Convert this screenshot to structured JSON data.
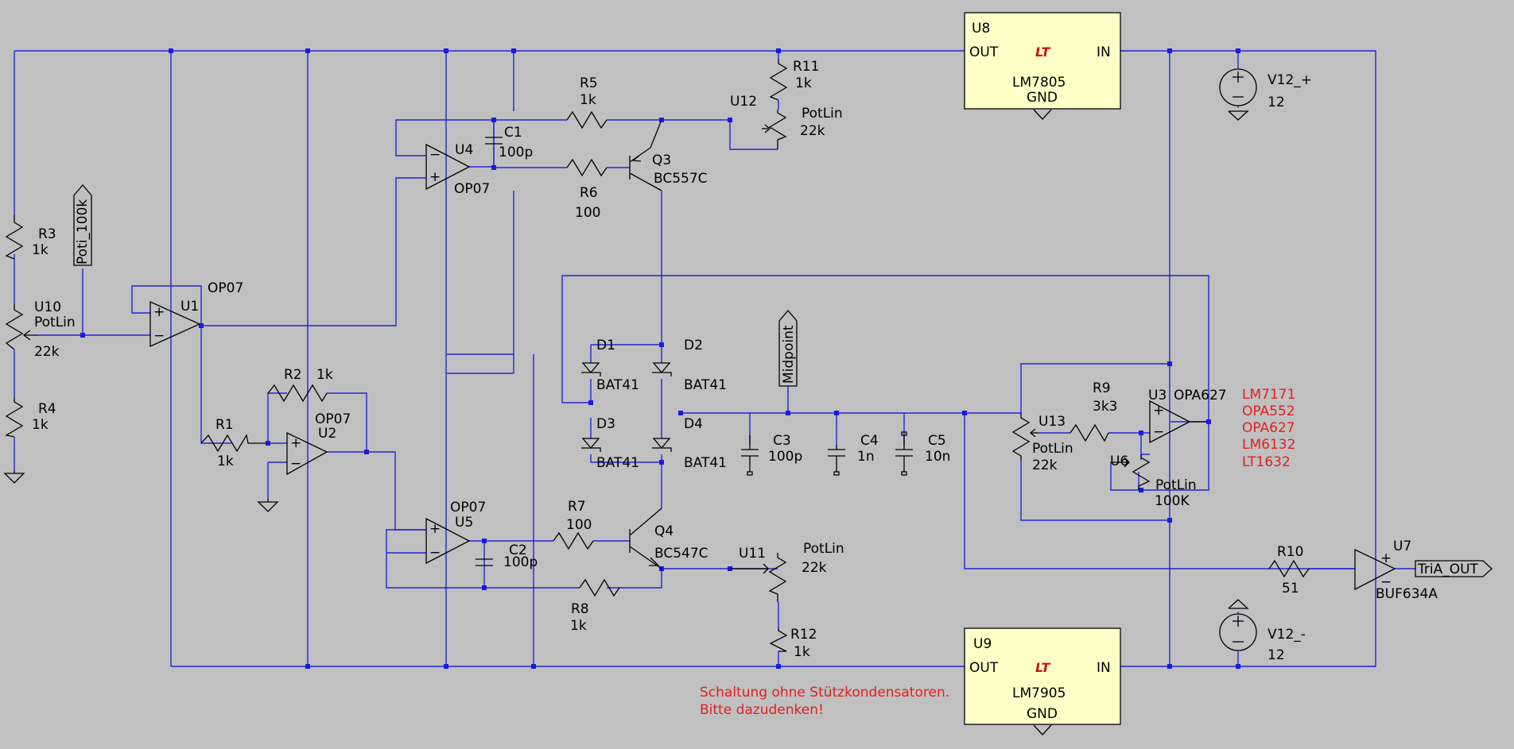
{
  "regulators": {
    "u8": {
      "ref": "U8",
      "out": "OUT",
      "in": "IN",
      "part": "LM7805",
      "gnd": "GND"
    },
    "u9": {
      "ref": "U9",
      "out": "OUT",
      "in": "IN",
      "part": "LM7905",
      "gnd": "GND"
    }
  },
  "sources": {
    "v12p": {
      "name": "V12_+",
      "value": "12"
    },
    "v12n": {
      "name": "V12_-",
      "value": "12"
    }
  },
  "labels": {
    "poti": "Poti_100k",
    "midpoint": "Midpoint",
    "out": "TriA_OUT"
  },
  "resistors": {
    "r1": {
      "ref": "R1",
      "value": "1k"
    },
    "r2": {
      "ref": "R2",
      "value": "1k"
    },
    "r3": {
      "ref": "R3",
      "value": "1k"
    },
    "r4": {
      "ref": "R4",
      "value": "1k"
    },
    "r5": {
      "ref": "R5",
      "value": "1k"
    },
    "r6": {
      "ref": "R6",
      "value": "100"
    },
    "r7": {
      "ref": "R7",
      "value": "100"
    },
    "r8": {
      "ref": "R8",
      "value": "1k"
    },
    "r9": {
      "ref": "R9",
      "value": "3k3"
    },
    "r10": {
      "ref": "R10",
      "value": "51"
    },
    "r11": {
      "ref": "R11",
      "value": "1k"
    },
    "r12": {
      "ref": "R12",
      "value": "1k"
    }
  },
  "pots": {
    "u10": {
      "ref": "U10",
      "type": "PotLin",
      "value": "22k"
    },
    "u11": {
      "ref": "U11",
      "type": "PotLin",
      "value": "22k"
    },
    "u12": {
      "ref": "U12",
      "type": "PotLin",
      "value": "22k"
    },
    "u13": {
      "ref": "U13",
      "type": "PotLin",
      "value": "22k"
    },
    "u6": {
      "ref": "U6",
      "type": "PotLin",
      "value": "100K"
    }
  },
  "capacitors": {
    "c1": {
      "ref": "C1",
      "value": "100p"
    },
    "c2": {
      "ref": "C2",
      "value": "100p"
    },
    "c3": {
      "ref": "C3",
      "value": "100p"
    },
    "c4": {
      "ref": "C4",
      "value": "1n"
    },
    "c5": {
      "ref": "C5",
      "value": "10n"
    }
  },
  "opamps": {
    "u1": {
      "ref": "U1",
      "part": "OP07"
    },
    "u2": {
      "ref": "U2",
      "part": "OP07"
    },
    "u3": {
      "ref": "U3",
      "part": "OPA627"
    },
    "u4": {
      "ref": "U4",
      "part": "OP07"
    },
    "u5": {
      "ref": "U5",
      "part": "OP07"
    },
    "u7": {
      "ref": "U7",
      "part": "BUF634A"
    }
  },
  "transistors": {
    "q3": {
      "ref": "Q3",
      "part": "BC557C"
    },
    "q4": {
      "ref": "Q4",
      "part": "BC547C"
    }
  },
  "diodes": {
    "d1": {
      "ref": "D1",
      "part": "BAT41"
    },
    "d2": {
      "ref": "D2",
      "part": "BAT41"
    },
    "d3": {
      "ref": "D3",
      "part": "BAT41"
    },
    "d4": {
      "ref": "D4",
      "part": "BAT41"
    }
  },
  "alternatives": [
    "LM7171",
    "OPA552",
    "OPA627",
    "LM6132",
    "LT1632"
  ],
  "note": {
    "line1": "Schaltung ohne Stützkondensatoren.",
    "line2": "Bitte dazudenken!"
  },
  "colors": {
    "background": "#c0c0c0",
    "wire": "#2424d6",
    "junction": "#1a1ae0",
    "regulator_fill": "#ffffc8",
    "annotation": "#e02020",
    "logo": "#cc1111"
  },
  "icons": {
    "lt_logo": "linear-technology-logo",
    "ground": "ground-icon",
    "source": "voltage-source-icon"
  }
}
